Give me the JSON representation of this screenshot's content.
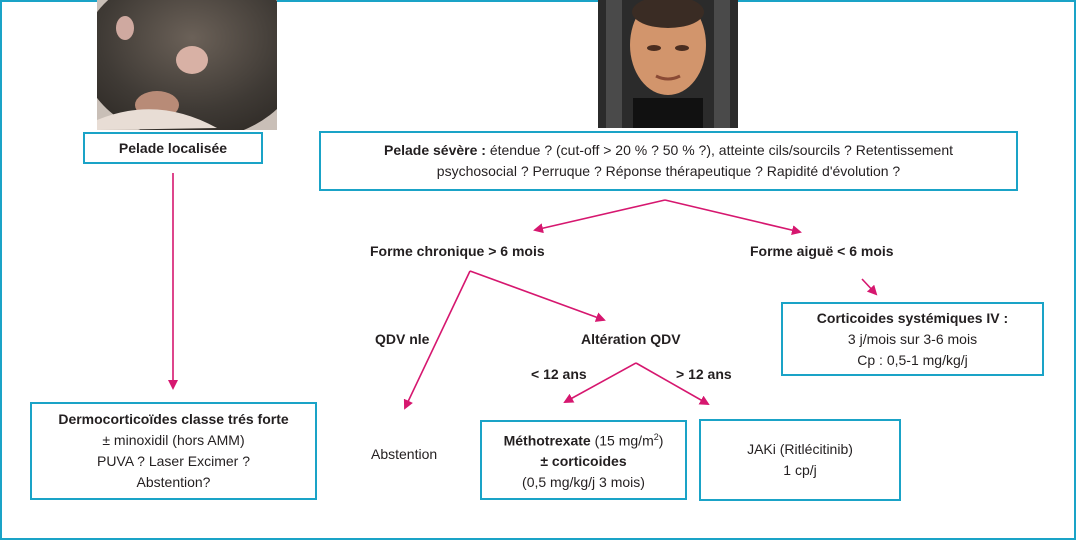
{
  "photos": {
    "left_alt": "",
    "right_alt": ""
  },
  "nodes": {
    "localized": {
      "title": "Pelade localisée"
    },
    "dermocort": {
      "title": "Dermocorticoïdes classe trés forte",
      "line2": "± minoxidil (hors AMM)",
      "line3": "PUVA ? Laser Excimer ?",
      "line4": "Abstention?"
    },
    "severe": {
      "title": "Pelade sévère :",
      "text1": " étendue ? (cut-off > 20 % ? 50 % ?), atteinte cils/sourcils ? Retentissement",
      "text2": "psychosocial ? Perruque ? Réponse thérapeutique ? Rapidité d'évolution ?"
    },
    "chronic": {
      "title": "Forme chronique > 6 mois"
    },
    "acute": {
      "title": "Forme aiguë < 6 mois"
    },
    "qdv_nle": {
      "title": "QDV nle"
    },
    "alteration": {
      "title": "Altération QDV"
    },
    "lt12": {
      "title": "< 12 ans"
    },
    "gt12": {
      "title": "> 12 ans"
    },
    "abstention": {
      "title": "Abstention"
    },
    "cortico_iv": {
      "title": "Corticoides systémiques IV :",
      "line2": "3 j/mois sur 3-6 mois",
      "line3": "Cp : 0,5-1 mg/kg/j"
    },
    "mtx": {
      "title": "Méthotrexate",
      "dose": " (15 mg/m",
      "sup": "2",
      "close": ")",
      "line2": "± corticoides",
      "line3": "(0,5 mg/kg/j 3 mois)"
    },
    "jaki": {
      "line1": "JAKi (Ritlécitinib)",
      "line2": "1 cp/j"
    }
  },
  "colors": {
    "border": "#1aa3c7",
    "arrow": "#d6176f"
  }
}
